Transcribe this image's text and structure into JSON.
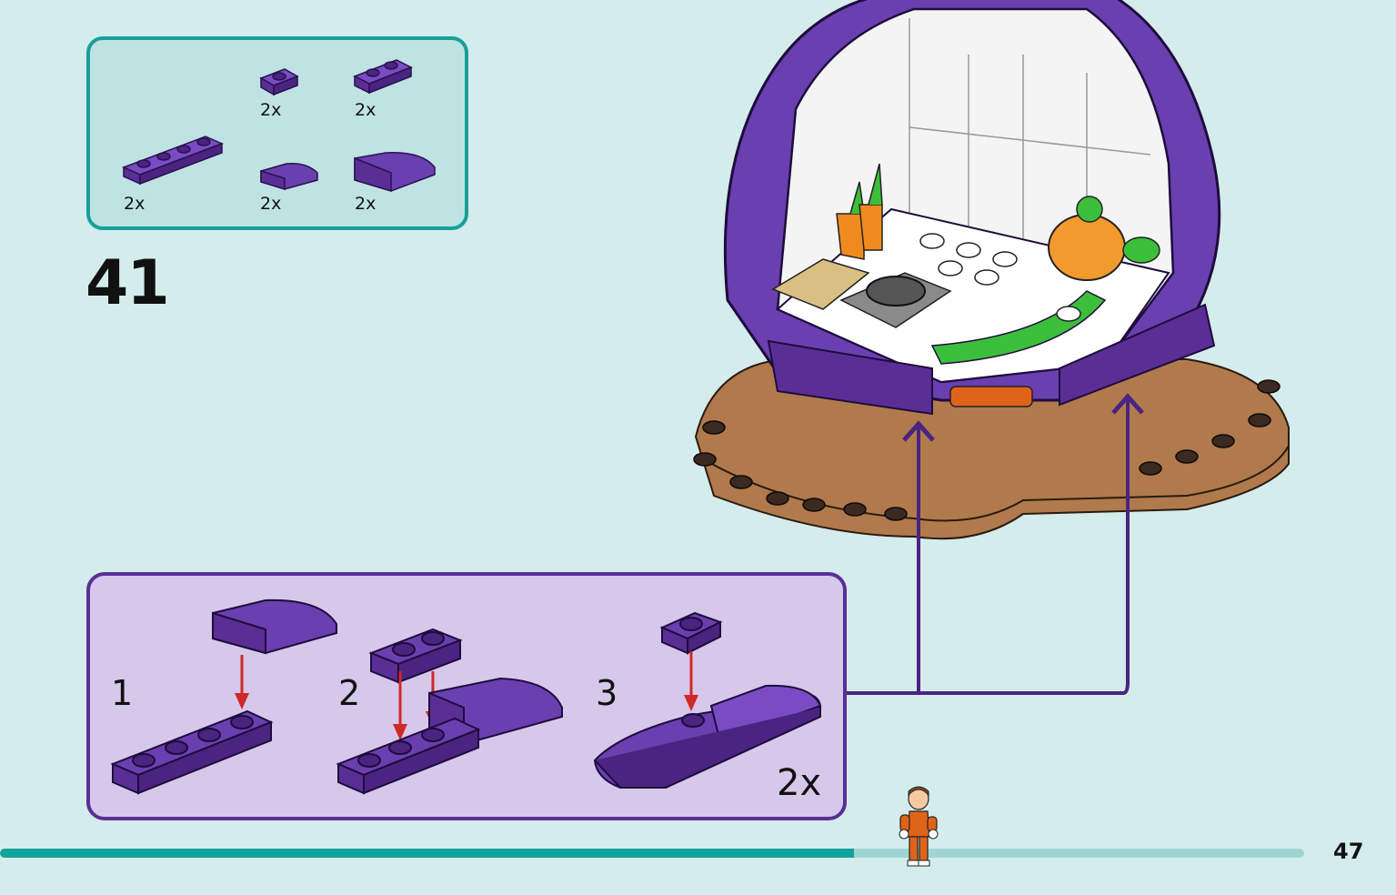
{
  "parts_callout": {
    "items": [
      {
        "part": "purple-plate-1x1",
        "qty": "2x"
      },
      {
        "part": "purple-plate-1x2",
        "qty": "2x"
      },
      {
        "part": "purple-plate-1x4",
        "qty": "2x"
      },
      {
        "part": "purple-slope-curved-small",
        "qty": "2x"
      },
      {
        "part": "purple-slope-curved-large",
        "qty": "2x"
      }
    ]
  },
  "step": {
    "number": "41"
  },
  "subassembly": {
    "steps": [
      "1",
      "2",
      "3"
    ],
    "multiplier": "2x"
  },
  "page": {
    "number": "47"
  },
  "colors": {
    "background": "#d4ecec",
    "parts_border": "#18a09a",
    "sub_border": "#5a2e95",
    "brick_purple": "#6a3fb0",
    "base_brown": "#b07a4c",
    "arrow_red": "#d02828",
    "progress": "#12a39c"
  },
  "progress": {
    "fraction": 0.655
  },
  "icons": [
    "purple-plate-1x1",
    "purple-plate-1x2",
    "purple-plate-1x4",
    "purple-curved-slope",
    "red-arrow",
    "purple-callout-arrow",
    "kitchen-pod-model",
    "minifigure"
  ]
}
